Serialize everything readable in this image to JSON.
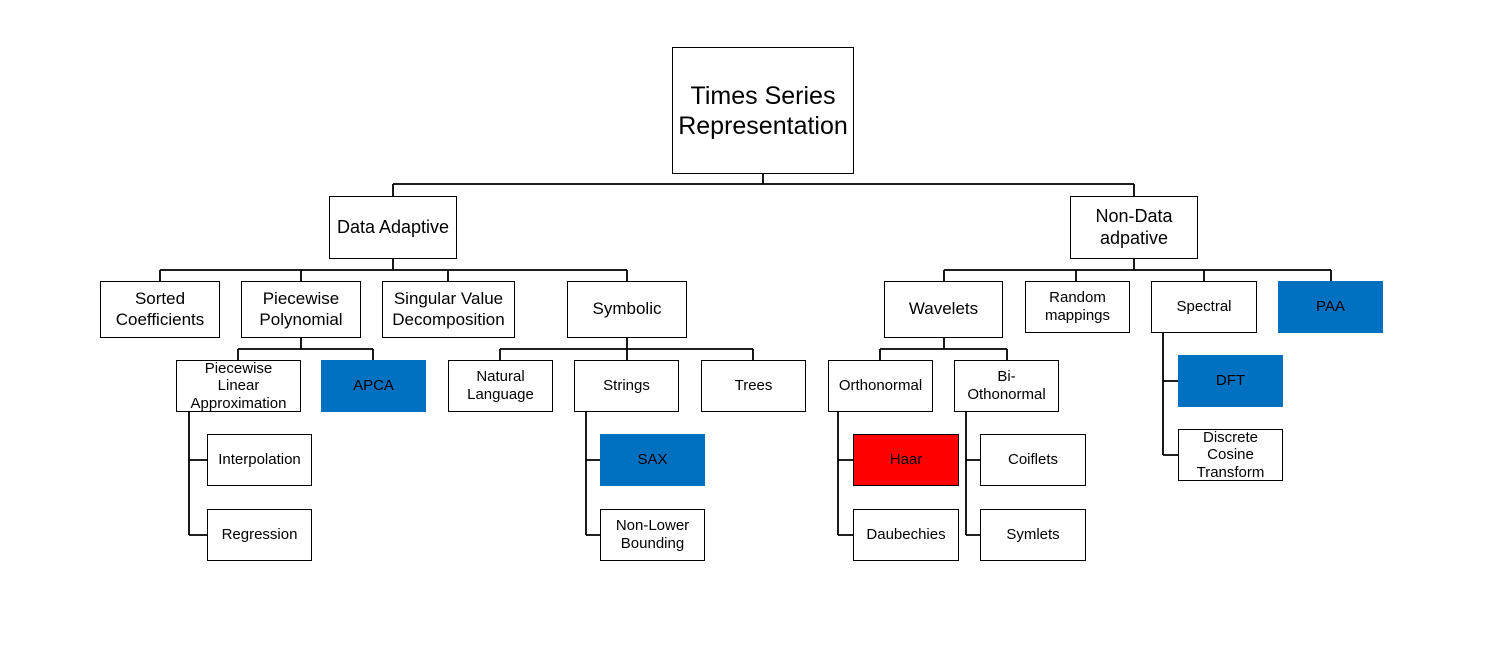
{
  "colors": {
    "highlight_blue": "#0070c0",
    "highlight_red": "#ff0000",
    "line": "#000000"
  },
  "nodes": {
    "root": "Times Series\nRepresentation",
    "data_adaptive": "Data Adaptive",
    "non_data_adaptive": "Non-Data\nadpative",
    "sorted_coefficients": "Sorted\nCoefficients",
    "piecewise_polynomial": "Piecewise\nPolynomial",
    "singular_value_decomposition": "Singular Value\nDecomposition",
    "symbolic": "Symbolic",
    "wavelets": "Wavelets",
    "random_mappings": "Random\nmappings",
    "spectral": "Spectral",
    "paa": "PAA",
    "piecewise_linear_approximation": "Piecewise\nLinear\nApproximation",
    "apca": "APCA",
    "natural_language": "Natural\nLanguage",
    "strings": "Strings",
    "trees": "Trees",
    "orthonormal": "Orthonormal",
    "bi_othonormal": "Bi-\nOthonormal",
    "dft": "DFT",
    "interpolation": "Interpolation",
    "regression": "Regression",
    "sax": "SAX",
    "non_lower_bounding": "Non-Lower\nBounding",
    "haar": "Haar",
    "daubechies": "Daubechies",
    "coiflets": "Coiflets",
    "symlets": "Symlets",
    "discrete_cosine_transform": "Discrete\nCosine\nTransform"
  }
}
